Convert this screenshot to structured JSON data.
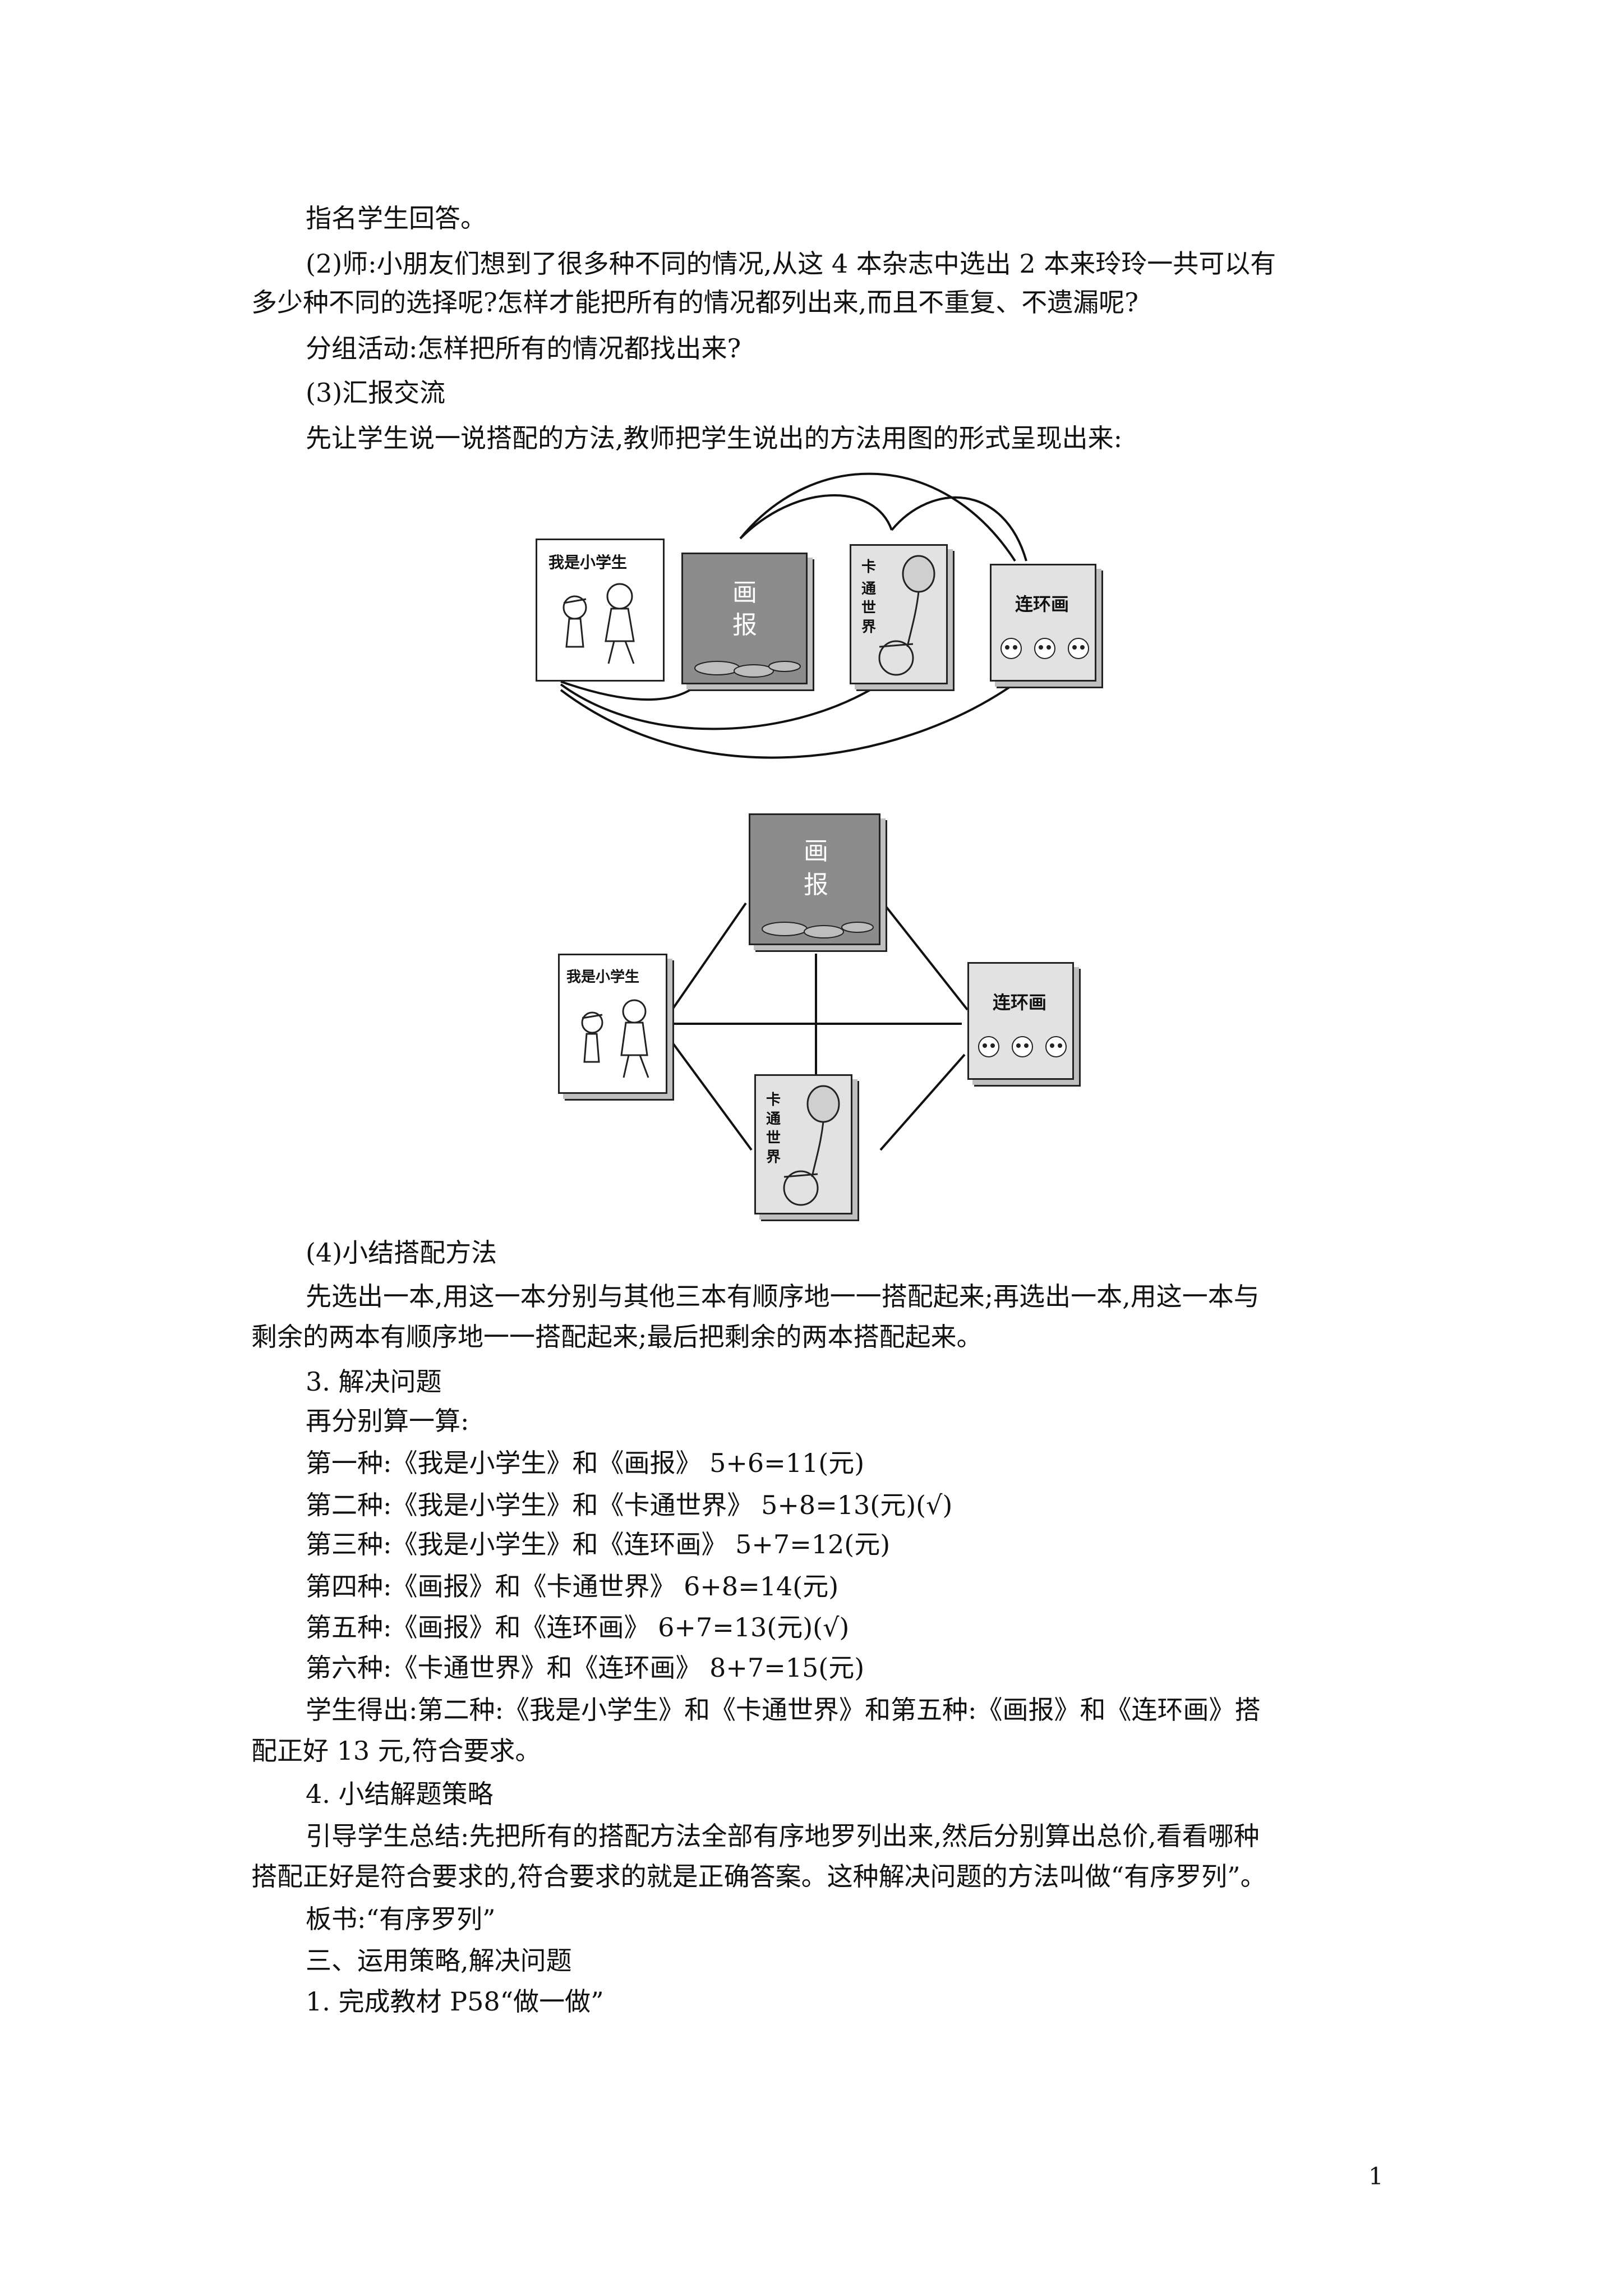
{
  "lines": [
    "指名学生回答。",
    "(2)师:小朋友们想到了很多种不同的情况,从这 4 本杂志中选出 2 本来玲玲一共可以有",
    "多少种不同的选择呢?怎样才能把所有的情况都列出来,而且不重复、不遗漏呢?",
    "分组活动:怎样把所有的情况都找出来?",
    "(3)汇报交流",
    "先让学生说一说搭配的方法,教师把学生说出的方法用图的形式呈现出来:"
  ],
  "books": {
    "b1": "我是小学生",
    "b2_a": "画",
    "b2_b": "报",
    "b3_a": "卡",
    "b3_b": "通",
    "b3_c": "世",
    "b3_d": "界",
    "b4": "连环画"
  },
  "lines2": [
    "(4)小结搭配方法",
    "先选出一本,用这一本分别与其他三本有顺序地一一搭配起来;再选出一本,用这一本与",
    "剩余的两本有顺序地一一搭配起来;最后把剩余的两本搭配起来。",
    "3. 解决问题",
    "再分别算一算:",
    "第一种:《我是小学生》和《画报》  5+6=11(元)",
    "第二种:《我是小学生》和《卡通世界》  5+8=13(元)(√)",
    "第三种:《我是小学生》和《连环画》  5+7=12(元)",
    "第四种:《画报》和《卡通世界》  6+8=14(元)",
    "第五种:《画报》和《连环画》  6+7=13(元)(√)",
    "第六种:《卡通世界》和《连环画》  8+7=15(元)",
    "学生得出:第二种:《我是小学生》和《卡通世界》和第五种:《画报》和《连环画》搭",
    "配正好 13 元,符合要求。",
    "4. 小结解题策略",
    "引导学生总结:先把所有的搭配方法全部有序地罗列出来,然后分别算出总价,看看哪种",
    "搭配正好是符合要求的,符合要求的就是正确答案。这种解决问题的方法叫做“有序罗列”。",
    "板书:“有序罗列”",
    "三、运用策略,解决问题",
    "1. 完成教材 P58“做一做”"
  ],
  "page_number": "1"
}
